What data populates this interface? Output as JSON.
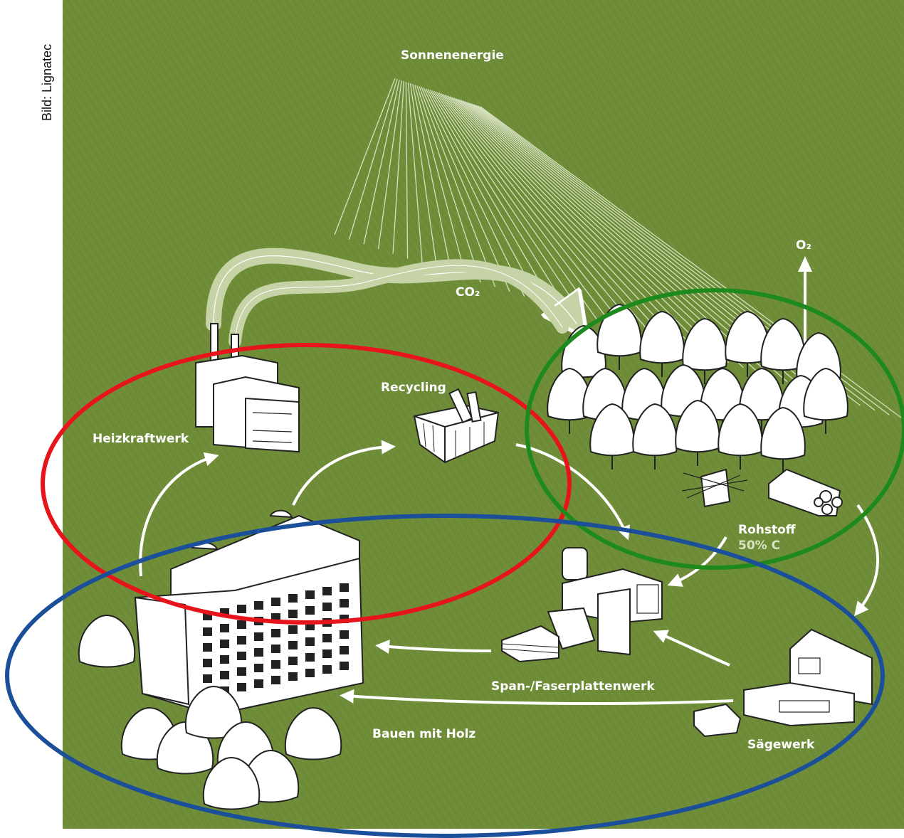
{
  "credit": "Bild: Lignatec",
  "labels": {
    "sun": "Sonnenenergie",
    "co2": "CO₂",
    "o2": "O₂",
    "recycling": "Recycling",
    "heizkraftwerk": "Heizkraftwerk",
    "rohstoff": "Rohstoff",
    "carbon": "50% C",
    "plattenwerk": "Span-/Faserplattenwerk",
    "saegewerk": "Sägewerk",
    "bauen": "Bauen mit Holz"
  },
  "colors": {
    "background": "#6e8c38",
    "line": "#ffffff",
    "ring_red": "#e8141b",
    "ring_green": "#1e8a1e",
    "ring_blue": "#1c4f9a",
    "co2_arrow": "#c6d3a6"
  },
  "icons": {
    "power_plant": "power-plant-icon",
    "recycling_bin": "recycling-container-icon",
    "forest": "forest-icon",
    "logs": "log-pile-icon",
    "panel_factory": "panel-factory-icon",
    "sawmill": "sawmill-icon",
    "building": "wooden-building-icon"
  }
}
